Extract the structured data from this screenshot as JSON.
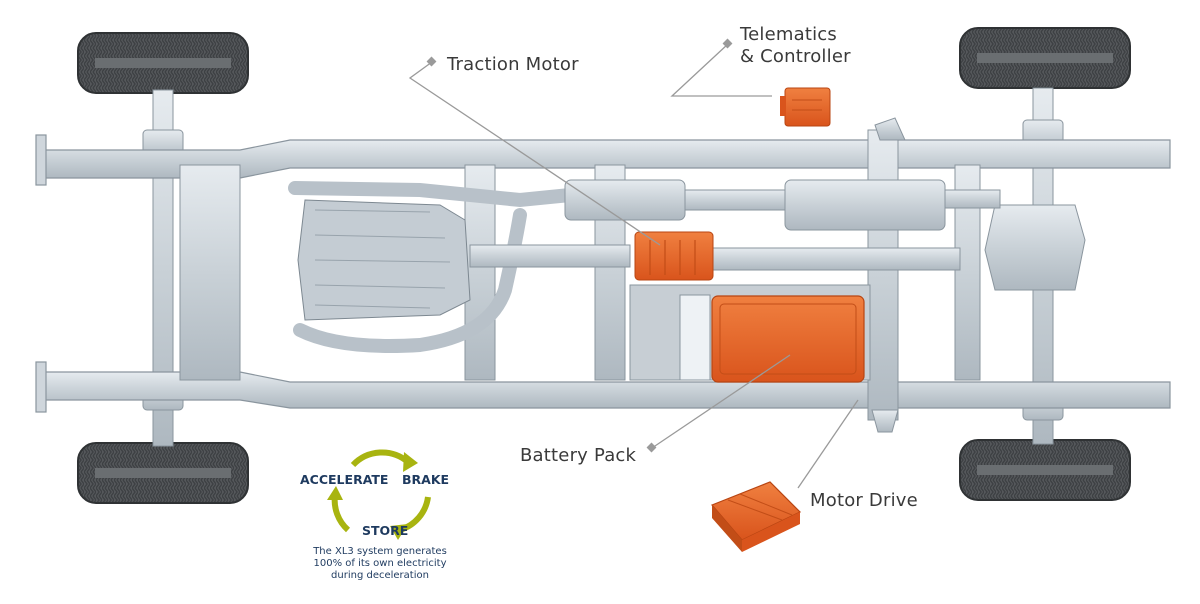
{
  "callouts": {
    "traction_motor": "Traction Motor",
    "telematics_line1": "Telematics",
    "telematics_line2": "& Controller",
    "battery_pack": "Battery Pack",
    "motor_drive": "Motor Drive"
  },
  "cycle": {
    "accelerate": "ACCELERATE",
    "brake": "BRAKE",
    "store": "STORE",
    "caption_lines": [
      "The XL3 system generates",
      "100% of its own electricity",
      "during deceleration"
    ]
  },
  "colors": {
    "component_orange": "#e8652a",
    "frame_silver": "#d4dbe0",
    "tire_dark": "#4a4d50",
    "cycle_green": "#a8b410",
    "text_navy": "#1e3a5f",
    "leader_gray": "#9a9a9a"
  }
}
